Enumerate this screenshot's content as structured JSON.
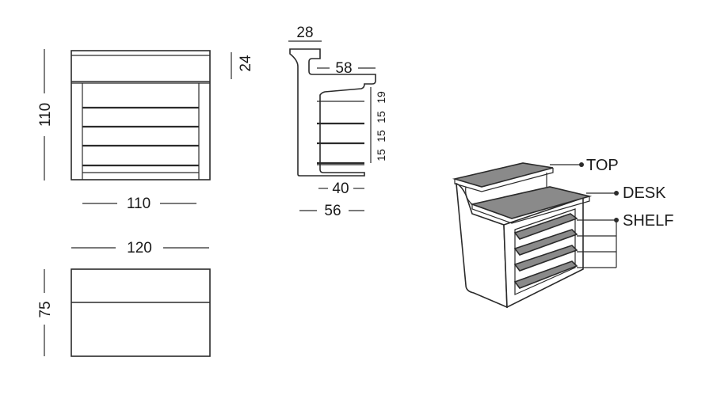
{
  "front_view": {
    "height": "110",
    "width": "110",
    "top_height": "24"
  },
  "side_view": {
    "top_depth": "28",
    "desk_depth": "58",
    "base_depth": "40",
    "total_depth": "56",
    "spacing_top": "19",
    "spacing_mid": "15",
    "spacing_low1": "15",
    "spacing_low2": "15"
  },
  "top_view": {
    "width": "120",
    "depth": "75"
  },
  "iso_view": {
    "label_top": "TOP",
    "label_desk": "DESK",
    "label_shelf": "SHELF"
  }
}
